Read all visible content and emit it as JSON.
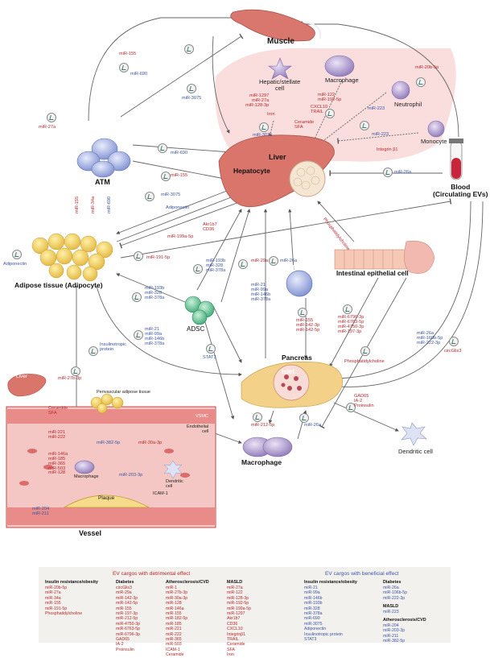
{
  "colors": {
    "detrimental": "#b8272c",
    "beneficial": "#3a55a6",
    "liver": "#d9756b",
    "muscle": "#d9776e",
    "adipocyte": "#f2d36c",
    "inflammation_zone": "#f9d7d7",
    "vessel_wall": "#e98b88",
    "badge_icon": "#3c7a6e"
  },
  "icons": {
    "ev_badge": "ev-vesicle-icon"
  },
  "nodes": {
    "muscle": "Muscle",
    "liver": "Liver",
    "hepatocyte": "Hepatocyte",
    "hepatic_stellate": "Hepatic/stellate\ncell",
    "macrophage_top": "Macrophage",
    "neutrophil": "Neutrophil",
    "monocyte": "Monocyte",
    "atm": "ATM",
    "blood": "Blood\n(Circulating EVs)",
    "adipose": "Adipose tissue (Adipocyte)",
    "intestinal": "Intestinal epithelial cell",
    "tcell": "T cell",
    "adsc": "ADSC",
    "pancreas": "Pancreas",
    "islet": "Islet",
    "macrophage_bottom": "Macrophage",
    "dendritic": "Dendritic cell",
    "vessel": "Vessel",
    "v_liver": "Liver",
    "v_perivascular": "Perivascular adipose tissue",
    "v_vsmc": "VSMC",
    "v_endothelial": "Endothelial\ncell",
    "v_macrophage": "Macrophage",
    "v_dendritic": "Dendritic\ncell",
    "v_plaque": "Plaque",
    "v_icam": "ICAM-1"
  },
  "labels": {
    "mir155_muscle": "miR-155",
    "mir690_muscle": "miR-690",
    "mir27a_left": "miR-27a",
    "mir3075_top": "miR-3075",
    "mir20b_right": "miR-20b-5p",
    "stellate_cargo": "miR-1297\nmiR-27a\nmiR-128-3p",
    "iron": "Iron",
    "mir3075_inner": "miR-3075",
    "mac_cargo": "miR-122\nmiR-192-5p",
    "cxcl_cargo": "CXCL10\nTRAIL",
    "ceramide_sfa": "Ceramide\nSFA",
    "mir223_a": "miR-223",
    "mir223_b": "miR-223",
    "integrin": "Integrin β1",
    "mir690_liver": "miR-690",
    "mir155_liver": "miR-155",
    "mir26a_blood": "miR-26a",
    "mir3075_adip": "miR-3075",
    "adiponectin_top": "Adiponectin",
    "akr_cd36": "Akr1b7\nCD36",
    "mir199a": "miR-199a-5p",
    "phosphatidylcholine_liver": "Phosphatidylcholine",
    "atm_mir155": "miR-155",
    "atm_mir34a": "miR-34a",
    "atm_mir690": "miR-690",
    "adiponectin_left": "Adiponectin",
    "mir191": "miR-191-5p",
    "adsc_liver": "miR-193b\nmiR-328\nmiR-378a",
    "mir29a": "miR-29a",
    "mir26a_tcell": "miR-26a",
    "adsc_adip": "miR-193b\nmiR-328\nmiR-378a",
    "adsc_down": "miR-21\nmiR-99a\nmiR-146b\nmiR-378a",
    "adsc_up": "miR-21\nmiR-99a\nmiR-146b\nmiR-378a",
    "stat3": "STAT3",
    "tcell_cargo": "miR-155\nmiR-142-3p\nmiR-142-5p",
    "intestinal_cargo": "miR-6796-3p\nmiR-6763-5p\nmiR-4750-3p\nmiR-197-3p",
    "insulinotropic": "Insulinotropic\nprotein",
    "blood_cargo": "miR-26a\nmiR-160b-5p\nmiR-222-3p",
    "phosphatidylcholine_panc": "Phosphatidylcholine",
    "circglis3": "circGlis3",
    "mir27b": "miR-27b-3p",
    "gad_cargo": "GAD65\nIA-2\nProinsulin",
    "mir212": "miR-212-5p",
    "mir26a_panc": "miR-26a",
    "v_ceramide": "Ceramide\nSFA",
    "v_mir221": "miR-221\nmiR-222",
    "v_mir382": "miR-382-5p",
    "v_mir30a": "miR-30a-3p",
    "v_mac_cargo": "miR-146a\nmiR-185\nmiR-365\nmiR-503\nmiR-128",
    "v_mir203": "miR-203-3p",
    "v_mir204": "miR-204\nmiR-211"
  },
  "legend": {
    "detrimental_title": "EV cargos with detrimental effect",
    "beneficial_title": "EV cargos with beneficial effect",
    "det_cols": [
      {
        "head": "Insulin resistance/obesity",
        "items": "miR-20b-5p\nmiR-27a\nmiR-34a\nmiR-155\nmiR-191-5p\nPhosphatidylcholine"
      },
      {
        "head": "Diabetes",
        "items": "circGlis3\nmiR-29a\nmiR-142-3p\nmiR-142-5p\nmiR-155\nmiR-197-3p\nmiR-212-5p\nmiR-4750-3p\nmiR-6763-5p\nmiR-6796-3p\nGAD65\nIA-2\nProinsulin"
      },
      {
        "head": "Atherosclerosis/CVD",
        "items": "miR-1\nmiR-27b-3p\nmiR-30a-3p\nmiR-128\nmiR-146a\nmiR-155\nmiR-182-5p\nmiR-185\nmiR-221\nmiR-222\nmiR-365\nmiR-503\nICAM-1\nCeramide"
      },
      {
        "head": "MASLD",
        "items": "miR-27a\nmiR-122\nmiR-128-3p\nmiR-192-5p\nmiR-199a-5p\nmiR-1297\nAkr1b7\nCD36\nCXCL10\nIntegrinβ1\nTRAIL\nCeramide\nSFA\nIron"
      }
    ],
    "ben_cols": [
      {
        "head": "Insulin resistance/obesity",
        "items": "miR-21\nmiR-99a\nmiR-146b\nmiR-193b\nmiR-328\nmiR-378a\nmiR-690\nmiR-3075\nAdiponectin\nInsulinotropic protein\nSTAT3"
      },
      {
        "head": "Diabetes",
        "items": "miR-26a\nmiR-106b-5p\nmiR-222-3p"
      },
      {
        "head": "MASLD",
        "items": "miR-223"
      },
      {
        "head": "Atherosclerosis/CVD",
        "items": "miR-204\nmiR-203-3p\nmiR-211\nmiR-382-5p"
      }
    ]
  }
}
